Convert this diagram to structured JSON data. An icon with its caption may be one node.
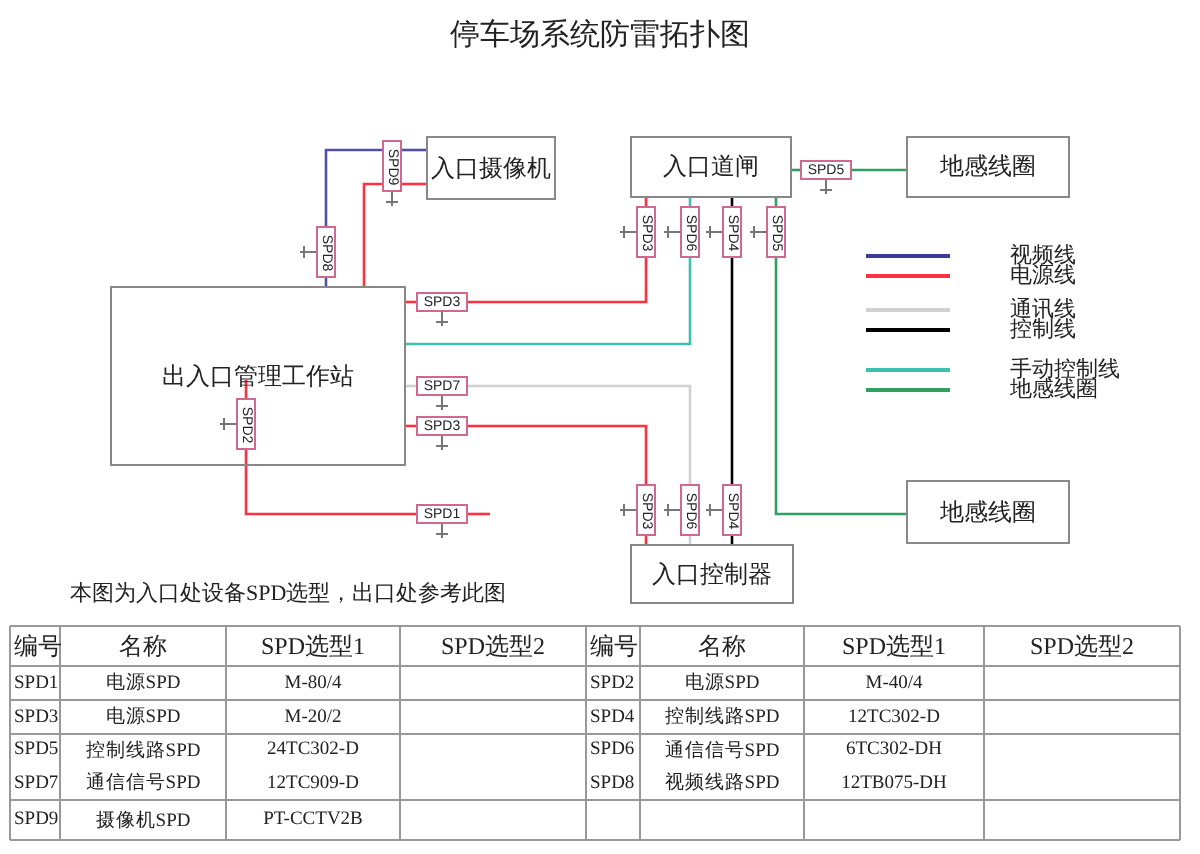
{
  "diagram": {
    "title": "停车场系统防雷拓扑图",
    "nodes": [
      {
        "text": [
          "出入口管理工作站"
        ]
      },
      {
        "text": [
          "入口摄像机"
        ]
      },
      {
        "text": [
          "入口道闸"
        ]
      },
      {
        "text": [
          "地感线圈"
        ]
      },
      {
        "text": [
          "地感线圈"
        ]
      },
      {
        "text": [
          "入口控制器"
        ]
      },
      {
        "text": [
          "SPD9"
        ]
      },
      {
        "text": [
          "SPD8"
        ]
      },
      {
        "text": [
          "SPD3"
        ]
      },
      {
        "text": [
          "SPD7"
        ]
      },
      {
        "text": [
          "SPD3"
        ]
      },
      {
        "text": [
          "SPD1"
        ]
      },
      {
        "text": [
          "SPD2"
        ],
        "in": 0
      },
      {
        "text": [
          "SPD5"
        ]
      },
      {
        "text": [
          "SPD3"
        ]
      },
      {
        "text": [
          "SPD6"
        ]
      },
      {
        "text": [
          "SPD4"
        ]
      },
      {
        "text": [
          "SPD5"
        ]
      },
      {
        "text": [
          "SPD3"
        ]
      },
      {
        "text": [
          "SPD6"
        ]
      },
      {
        "text": [
          "SPD4"
        ]
      }
    ],
    "edges": [
      {
        "from": 0,
        "to": 7,
        "arrow": "none",
        "color": "#5050a8"
      },
      {
        "from": 7,
        "to": 6,
        "arrow": "none",
        "color": "#5050a8"
      },
      {
        "from": 6,
        "to": 1,
        "arrow": "none",
        "color": "#5050a8"
      },
      {
        "from": 0,
        "to": 6,
        "arrow": "none"
      },
      {
        "from": 6,
        "to": 1,
        "arrow": "none"
      },
      {
        "from": 0,
        "to": 8,
        "arrow": "none"
      },
      {
        "from": 8,
        "to": 14,
        "arrow": "none"
      },
      {
        "from": 14,
        "to": 2,
        "arrow": "none"
      },
      {
        "from": 0,
        "to": 15,
        "arrow": "none",
        "color": "#3cc0b0"
      },
      {
        "from": 15,
        "to": 2,
        "arrow": "none",
        "color": "#3cc0b0"
      },
      {
        "from": 0,
        "to": 9,
        "arrow": "none",
        "color": "#d0d0d0"
      },
      {
        "from": 9,
        "to": 19,
        "arrow": "none",
        "color": "#d0d0d0"
      },
      {
        "from": 19,
        "to": 5,
        "arrow": "none",
        "color": "#d0d0d0"
      },
      {
        "from": 0,
        "to": 10,
        "arrow": "none"
      },
      {
        "from": 10,
        "to": 18,
        "arrow": "none"
      },
      {
        "from": 18,
        "to": 5,
        "arrow": "none"
      },
      {
        "from": 2,
        "to": 16,
        "arrow": "none",
        "color": "#000000"
      },
      {
        "from": 16,
        "to": 20,
        "arrow": "none",
        "color": "#000000"
      },
      {
        "from": 20,
        "to": 5,
        "arrow": "none",
        "color": "#000000"
      },
      {
        "from": 2,
        "to": 17,
        "arrow": "none",
        "color": "#30a060"
      },
      {
        "from": 17,
        "to": 4,
        "arrow": "none",
        "color": "#30a060"
      },
      {
        "from": 2,
        "to": 13,
        "arrow": "none",
        "color": "#30a060"
      },
      {
        "from": 13,
        "to": 3,
        "arrow": "none",
        "color": "#30a060"
      },
      {
        "from": null,
        "to": 12,
        "arrow": "none"
      },
      {
        "from": 12,
        "to": 11,
        "arrow": "none"
      },
      {
        "from": 11,
        "to": null,
        "arrow": "none"
      }
    ],
    "labels": [
      "本图为入口处设备SPD选型，出口处参考此图",
      "编号",
      "名称",
      "SPD选型1",
      "SPD选型2",
      "编号",
      "名称",
      "SPD选型1",
      "SPD选型2",
      "SPD1",
      "电源SPD",
      "M-80/4",
      "SPD2",
      "电源SPD",
      "M-40/4",
      "SPD3",
      "电源SPD",
      "M-20/2",
      "SPD4",
      "控制线路SPD",
      "12TC302-D",
      "SPD5",
      "控制线路SPD",
      "24TC302-D",
      "SPD6",
      "通信信号SPD",
      "6TC302-DH",
      "SPD7",
      "通信信号SPD",
      "12TC909-D",
      "SPD8",
      "视频线路SPD",
      "12TB075-DH",
      "SPD9",
      "摄像机SPD",
      "PT-CCTV2B"
    ],
    "legend": [
      {
        "text": "视频线"
      },
      {
        "text": "电源线"
      },
      {
        "text": "通讯线"
      },
      {
        "text": "控制线"
      },
      {
        "text": "手动控制线"
      },
      {
        "text": "地感线圈"
      }
    ]
  }
}
